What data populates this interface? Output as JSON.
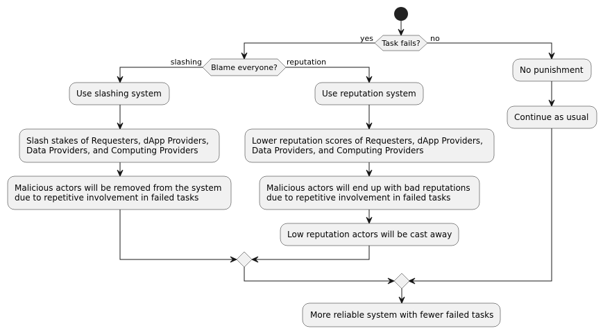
{
  "decisions": {
    "task_fails": {
      "question": "Task fails?",
      "yes_label": "yes",
      "no_label": "no"
    },
    "blame": {
      "question": "Blame everyone?",
      "left_label": "slashing",
      "right_label": "reputation"
    }
  },
  "activities": {
    "use_slashing": [
      "Use slashing system"
    ],
    "slash_stakes": [
      "Slash stakes of Requesters, dApp Providers,",
      "Data Providers, and Computing Providers"
    ],
    "removed": [
      "Malicious actors will be removed from the system",
      "due to repetitive involvement in failed tasks"
    ],
    "use_reputation": [
      "Use reputation system"
    ],
    "lower_reputation": [
      "Lower reputation scores of Requesters, dApp Providers,",
      "Data Providers, and Computing Providers"
    ],
    "bad_reputations": [
      "Malicious actors will end up with bad reputations",
      "due to repetitive involvement in failed tasks"
    ],
    "cast_away": [
      "Low reputation actors will be cast away"
    ],
    "no_punishment": [
      "No punishment"
    ],
    "continue": [
      "Continue as usual"
    ],
    "final": [
      "More reliable system with fewer failed tasks"
    ]
  },
  "colors": {
    "node_fill": "#f1f1f1",
    "node_stroke": "#181818",
    "start_fill": "#222222",
    "background": "#ffffff"
  }
}
